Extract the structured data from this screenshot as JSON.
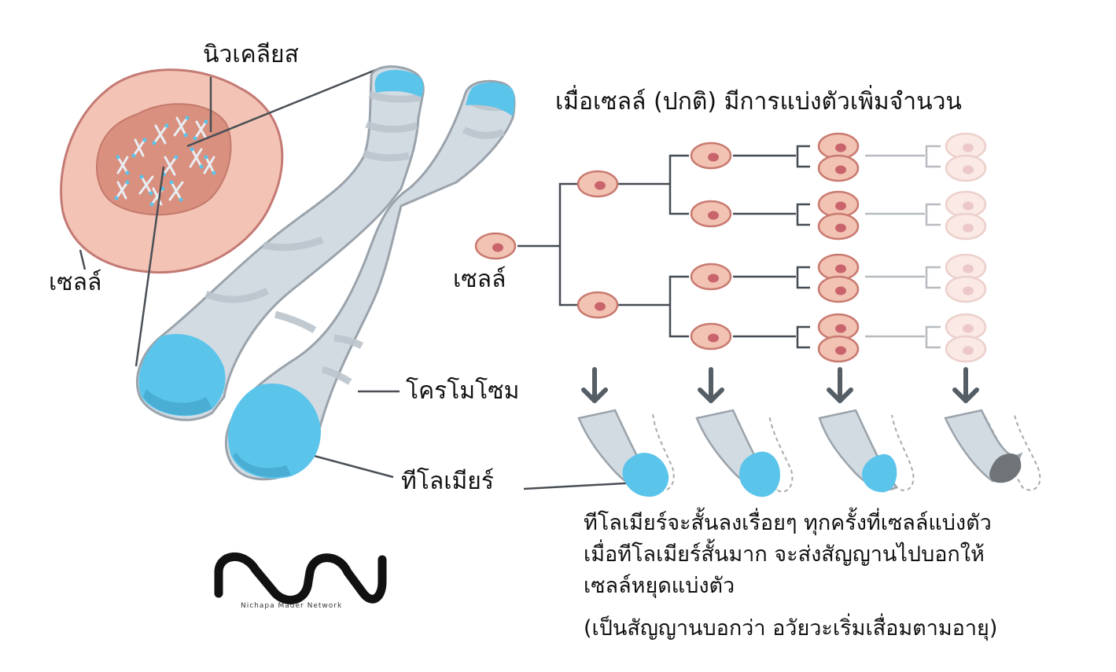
{
  "labels": {
    "nucleus": "นิวเคลียส",
    "cell_left": "เซลล์",
    "chromosome": "โครโมโซม",
    "telomere": "ทีโลเมียร์",
    "title": "เมื่อเซลล์ (ปกติ) มีการแบ่งตัวเพิ่มจำนวน",
    "cell_tree": "เซลล์"
  },
  "caption": {
    "line1": "ทีโลเมียร์จะสั้นลงเรื่อยๆ ทุกครั้งที่เซลล์แบ่งตัว",
    "line2": "เมื่อทีโลเมียร์สั้นมาก จะส่งสัญญานไปบอกให้",
    "line3": "เซลล์หยุดแบ่งตัว",
    "note": "(เป็นสัญญานบอกว่า อวัยวะเริ่มเสื่อมตามอายุ)"
  },
  "logo": {
    "subtitle": "Nichapa Mader Network"
  },
  "colors": {
    "cell_fill": "#f2c3b3",
    "cell_border": "#c97a70",
    "cell_nucleus": "#c9646c",
    "chromosome_fill": "#d3dbe2",
    "chromosome_border": "#9aa3ab",
    "chromosome_band": "#b9c2ca",
    "telomere_blue": "#5bc4ea",
    "telomere_depleted": "#6f7478",
    "tree_line": "#444b52",
    "arrow": "#555d65"
  }
}
